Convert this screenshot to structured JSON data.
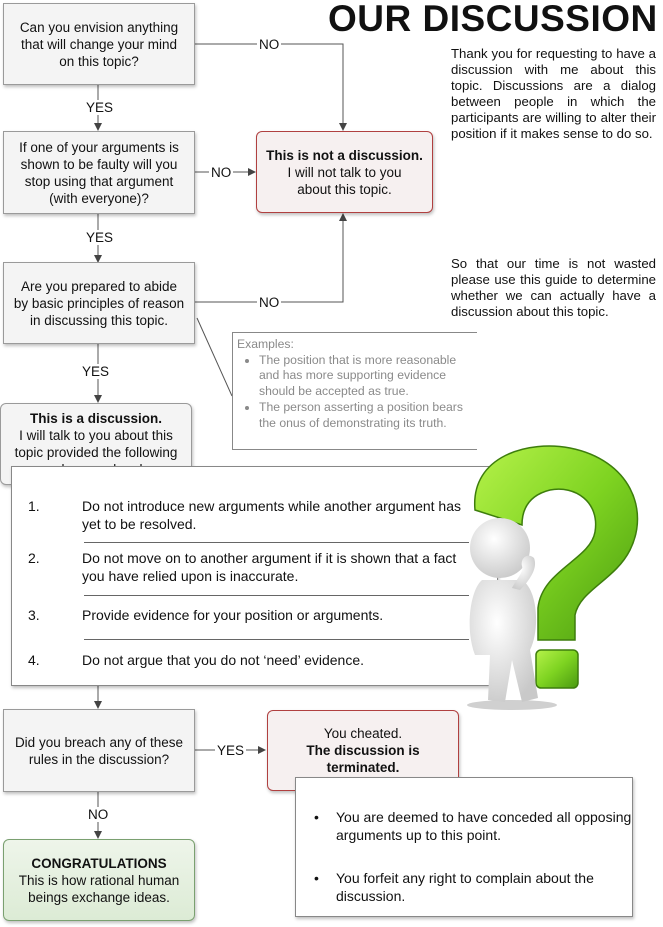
{
  "title": "OUR DISCUSSION",
  "intro": {
    "p1": "Thank you for requesting to have a discussion with me about this topic. Discussions are a dialog between people in which the participants are willing to alter their position if it makes sense to do so.",
    "p2": "So that our time is not wasted please use this guide to determine whether we can actually have a discussion about this topic."
  },
  "questions": {
    "q1": "Can you envision anything that will change your mind on this topic?",
    "q2": "If one of your arguments is shown to be faulty will you stop using that argument (with everyone)?",
    "q3": "Are you prepared to abide by basic principles of reason in discussing this topic.",
    "q4": "Did you breach any of these rules in the discussion?"
  },
  "labels": {
    "yes": "YES",
    "no": "NO"
  },
  "not_discussion": {
    "heading": "This is not a discussion.",
    "text": "I will not talk to you about this topic."
  },
  "discussion": {
    "heading": "This is a discussion.",
    "text": "I will talk to you about this topic provided the following rules are obyed"
  },
  "examples": {
    "heading": "Examples:",
    "items": [
      "The position that is more reasonable and has more supporting evidence should be accepted as true.",
      "The person asserting a position bears the onus of demonstrating its truth."
    ]
  },
  "rules": [
    {
      "num": "1.",
      "text": "Do not introduce new arguments while another argument has yet to be resolved."
    },
    {
      "num": "2.",
      "text": "Do not move on to another argument if it is shown that a fact you have relied upon is inaccurate."
    },
    {
      "num": "3.",
      "text": "Provide evidence for your position or arguments."
    },
    {
      "num": "4.",
      "text": "Do not argue that you do not ‘need’ evidence."
    }
  ],
  "cheated": {
    "line1": "You cheated.",
    "heading": "The discussion is terminated."
  },
  "consequences": [
    "You are deemed to have conceded all opposing arguments up to this point.",
    "You forfeit any right to complain about the discussion."
  ],
  "congrats": {
    "heading": "CONGRATULATIONS",
    "text": "This is how rational human beings exchange ideas."
  },
  "colors": {
    "accent_red": "#b04040",
    "accent_green": "#7ed321",
    "box_bg": "#f4f4f4"
  },
  "icons": [
    "question-mark-figure-illustration"
  ]
}
